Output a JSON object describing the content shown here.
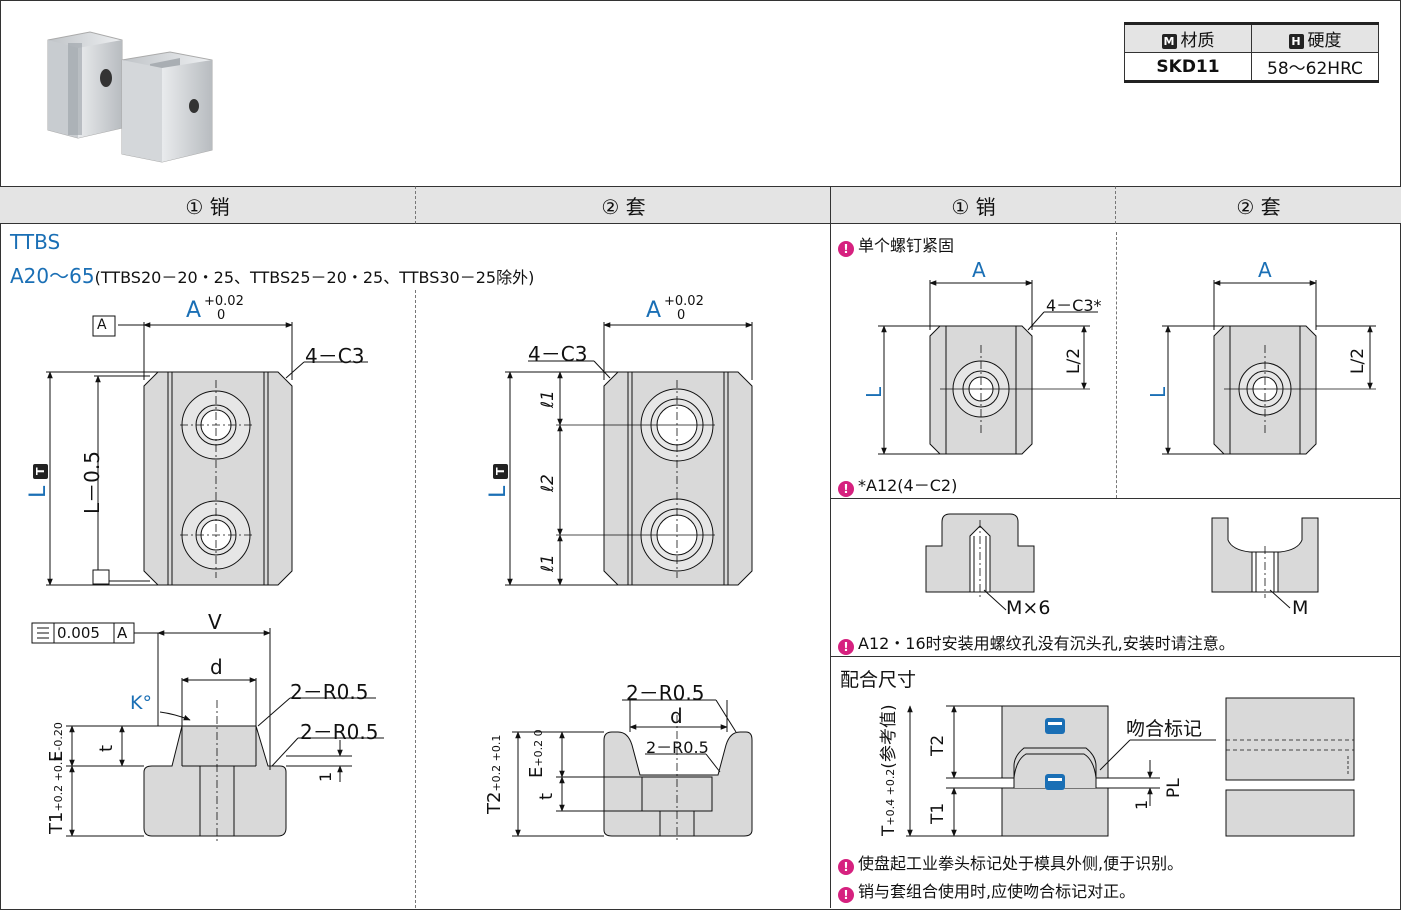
{
  "material_table": {
    "header_material_icon": "M",
    "header_material": "材质",
    "header_hardness_icon": "H",
    "header_hardness": "硬度",
    "material": "SKD11",
    "hardness": "58～62HRC"
  },
  "headers": {
    "left_pin": "① 销",
    "left_bush": "② 套",
    "right_pin": "① 销",
    "right_bush": "② 套"
  },
  "left_panel": {
    "model": "TTBS",
    "range_main": "A20～65",
    "range_note": "(TTBS20－20・25、TTBS25－20・25、TTBS30－25除外)",
    "datum_a": "A",
    "dim_a": "A",
    "tol_a_upper": "+0.02",
    "tol_a_lower": "0",
    "chamfer": "4－C3",
    "dim_l": "L",
    "dim_l_icon": "T",
    "dim_l_minus": "L－0.5",
    "flatness_value": "0.005",
    "flatness_ref": "A",
    "dim_v": "V",
    "dim_d": "d",
    "angle_k": "K°",
    "radius_1": "2－R0.5",
    "radius_2": "2－R0.5",
    "dim_t": "t",
    "dim_e": "E",
    "tol_e_upper": "0",
    "tol_e_lower": "-0.2",
    "dim_t1": "T1",
    "tol_t1": "+0.2 +0.1",
    "dim_one": "1"
  },
  "bush_panel": {
    "dim_a": "A",
    "tol_a_upper": "+0.02",
    "tol_a_lower": "0",
    "chamfer": "4－C3",
    "dim_l": "L",
    "dim_l_icon": "T",
    "ell1_top": "ℓ1",
    "ell2": "ℓ2",
    "ell1_bottom": "ℓ1",
    "radius_outer": "2－R0.5",
    "radius_inner": "2－R0.5",
    "dim_d": "d",
    "dim_e": "E",
    "tol_e": "+0.2 0",
    "dim_t": "t",
    "dim_t2": "T2",
    "tol_t2": "+0.2 +0.1"
  },
  "right_panel": {
    "note_single_screw": "单个螺钉紧固",
    "dim_a_pin": "A",
    "chamfer_pin": "4－C3*",
    "dim_l_pin": "L",
    "dim_l2_pin": "L/2",
    "dim_a_bush": "A",
    "dim_l_bush": "L",
    "dim_l2_bush": "L/2",
    "note_a12": "*A12(4－C2)",
    "dim_mx6": "M×6",
    "dim_m": "M",
    "note_thread": "A12・16时安装用螺纹孔没有沉头孔,安装时请注意。",
    "fit_title": "配合尺寸",
    "fit_t_label": "T",
    "fit_t_tol": "+0.4 +0.2",
    "fit_t_note": "(参考值)",
    "fit_t2": "T2",
    "fit_t1": "T1",
    "fit_one": "1",
    "fit_pl": "PL",
    "fit_mark": "吻合标记",
    "note_fist": "使盘起工业拳头标记处于模具外侧,便于识别。",
    "note_align": "销与套组合使用时,应使吻合标记对正。"
  },
  "colors": {
    "accent_blue": "#1a6fb5",
    "note_magenta": "#d6217f",
    "part_fill": "#d9d9d9",
    "header_gray": "#e4e4e4"
  },
  "icons": [
    "info-icon",
    "fist-logo-icon",
    "flatness-icon"
  ]
}
